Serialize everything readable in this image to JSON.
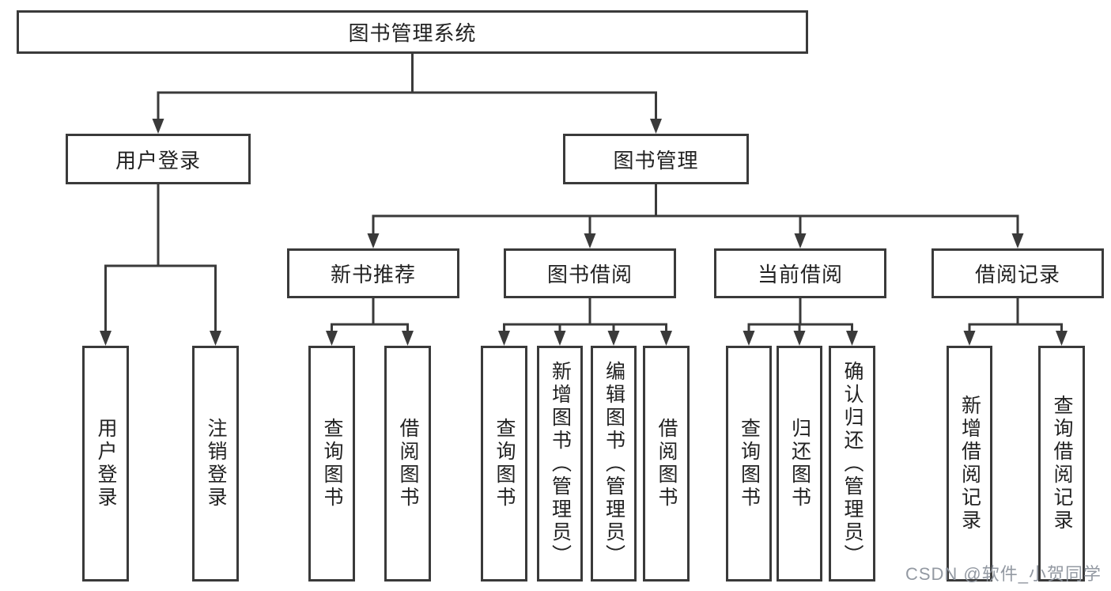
{
  "diagram": {
    "tree": {
      "label": "图书管理系统",
      "children": [
        {
          "label": "用户登录",
          "children": [
            {
              "label": "用户登录"
            },
            {
              "label": "注销登录"
            }
          ]
        },
        {
          "label": "图书管理",
          "children": [
            {
              "label": "新书推荐",
              "children": [
                {
                  "label": "查询图书"
                },
                {
                  "label": "借阅图书"
                }
              ]
            },
            {
              "label": "图书借阅",
              "children": [
                {
                  "label": "查询图书"
                },
                {
                  "label": "新增图书（管理员）"
                },
                {
                  "label": "编辑图书（管理员）"
                },
                {
                  "label": "借阅图书"
                }
              ]
            },
            {
              "label": "当前借阅",
              "children": [
                {
                  "label": "查询图书"
                },
                {
                  "label": "归还图书"
                },
                {
                  "label": "确认归还（管理员）"
                }
              ]
            },
            {
              "label": "借阅记录",
              "children": [
                {
                  "label": "新增借阅记录"
                },
                {
                  "label": "查询借阅记录"
                }
              ]
            }
          ]
        }
      ]
    },
    "colors": {
      "line": "#3a3a3a",
      "box_border": "#3a3a3a",
      "text": "#222222",
      "background": "#ffffff",
      "watermark": "#8d939d"
    }
  },
  "watermark": {
    "text": "CSDN @软件_小贺同学"
  }
}
